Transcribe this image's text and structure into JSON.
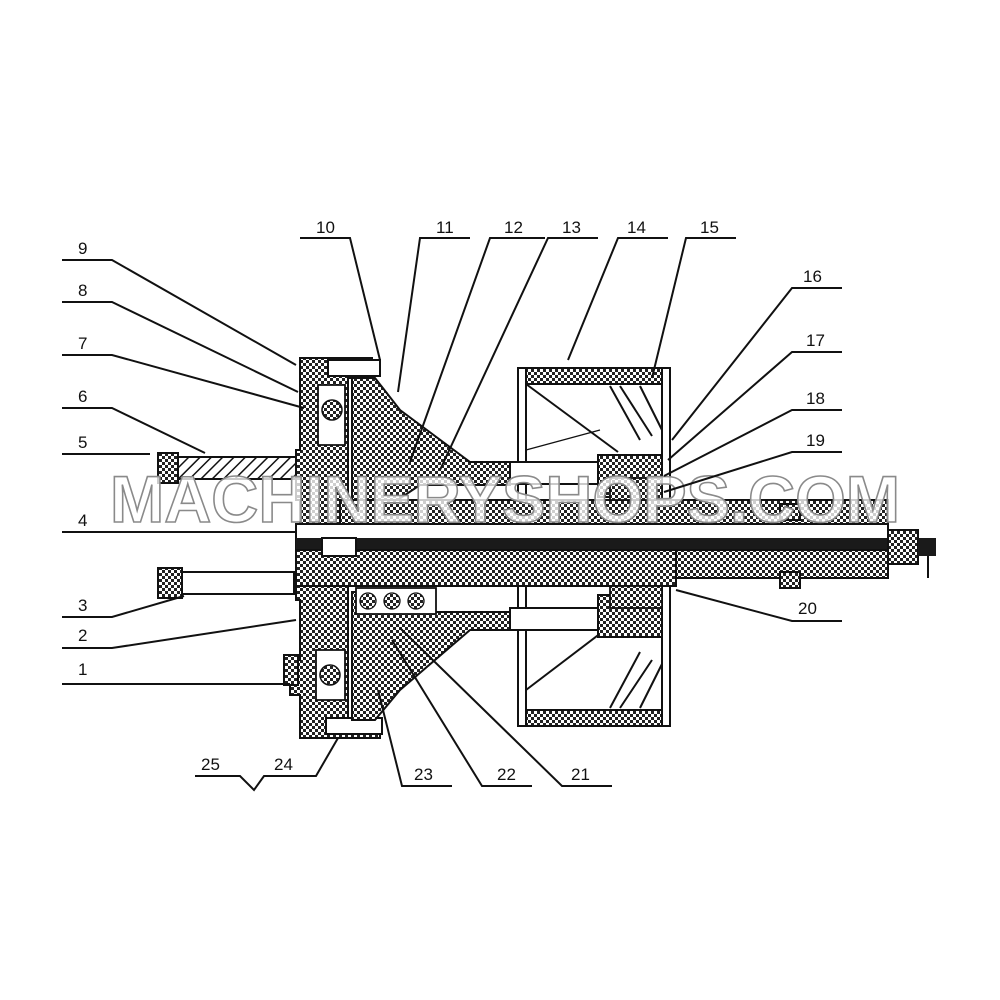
{
  "diagram": {
    "callouts": [
      "1",
      "2",
      "3",
      "4",
      "5",
      "6",
      "7",
      "8",
      "9",
      "10",
      "11",
      "12",
      "13",
      "14",
      "15",
      "16",
      "17",
      "18",
      "19",
      "20",
      "21",
      "22",
      "23",
      "24",
      "25"
    ],
    "watermark": "MACHINERYSHOPS.COM"
  }
}
